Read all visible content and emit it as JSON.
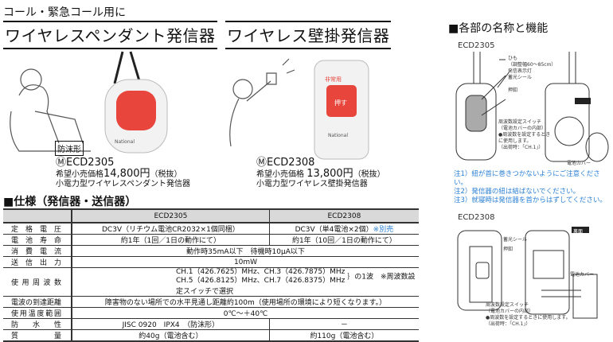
{
  "header": {
    "subtitle": "コール・緊急コール用に"
  },
  "products": [
    {
      "title": "ワイヤレスペンダント発信器",
      "tag": "防沫形",
      "model": "ⓂECD2305",
      "price_label": "希望小売価格",
      "price": "14,800円",
      "price_note": "（税抜）",
      "description": "小電力型ワイヤレスペンダント発信器",
      "button_color": "#e8453c"
    },
    {
      "title": "ワイヤレス壁掛発信器",
      "model": "ⓂECD2308",
      "price_label": "希望小売価格",
      "price": "13,800円",
      "price_note": "（税抜）",
      "description": "小電力型ワイヤレス壁掛発信器",
      "button_color": "#e8453c"
    }
  ],
  "spec": {
    "heading": "■仕様（発信器・送信器）",
    "columns": [
      "",
      "ECD2305",
      "ECD2308"
    ],
    "rows": [
      {
        "label": "定格電圧",
        "a": "DC3V（リチウム電池CR2032×1個同梱）",
        "b": "DC3V（単4電池×2個）",
        "b_note": "※別売"
      },
      {
        "label": "電池寿命",
        "a": "約1年（1回／1日の動作にて）",
        "b": "約1年（10回／1日の動作にて）"
      },
      {
        "label": "消費電流",
        "span": "動作時35mA以下　待機時10μA以下"
      },
      {
        "label": "送信出力",
        "span": "10mW"
      },
      {
        "label": "使用周波数",
        "freq1": "CH.1（426.7625）MHz、CH.3（426.7875）MHz",
        "freq2": "CH.5（426.8125）MHz、CH.7（426.8375）MHz",
        "freq_note": "｝の1波　※周波数設定スイッチで選択"
      },
      {
        "label": "電波の到達距離",
        "span": "障害物のない場所での水平見通し距離約100m（使用場所の環境により短くなります。）"
      },
      {
        "label": "使用温度範囲",
        "span": "0℃～＋40℃"
      },
      {
        "label": "防水性",
        "a": "JISC 0920　IPX4　（防沫形）",
        "b": "－"
      },
      {
        "label": "質量",
        "a": "約40g（電池含む）",
        "b": "約110g（電池含む）"
      }
    ]
  },
  "parts": {
    "heading": "■各部の名称と機能",
    "d1": {
      "model": "ECD2305",
      "himo": "ひも",
      "himo_len": "（調整幅60～85cm）",
      "lamp": "発信表示灯",
      "seal": "蓄光シール",
      "button": "押釦",
      "back": "裏面",
      "switch": "周波数設定スイッチ",
      "switch_note": "（電池カバーの内部）",
      "switch_use": "●周波数を設定するときに使用します。",
      "default": "（出荷時：「CH.1」）",
      "cover": "電池カバー"
    },
    "notes": [
      "注1）紐が首に巻きつかないようにご注意ください。",
      "注2）発信器の紐は結ばないでください。",
      "注3）就寝時は発信器を首からはずしてください。"
    ],
    "d2": {
      "model": "ECD2308",
      "seal": "蓄光シール",
      "button": "押釦",
      "back": "裏面",
      "cover": "電池カバー",
      "switch": "周波数設定スイッチ",
      "switch_note": "（電池カバーの内部）",
      "switch_use": "●周波数を設定するときに使用します。",
      "default": "（出荷時：「CH.1」）"
    }
  }
}
